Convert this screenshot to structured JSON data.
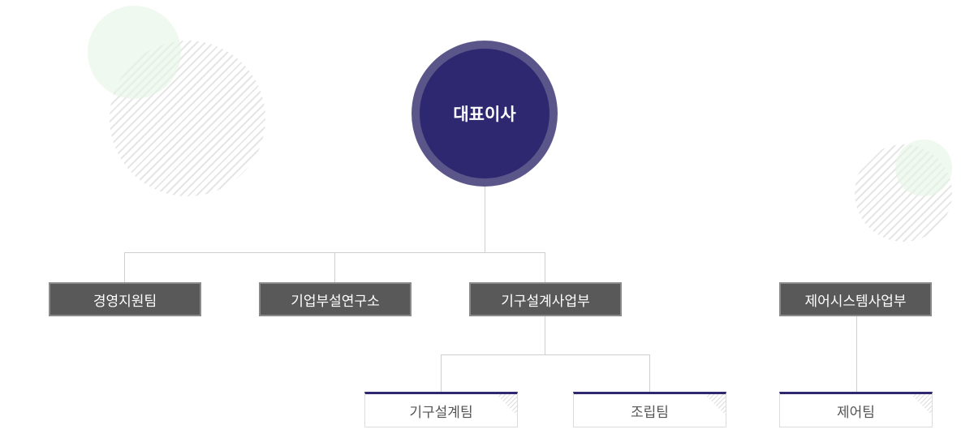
{
  "ceo": "대표이사",
  "departments": [
    "경영지원팀",
    "기업부설연구소",
    "기구설계사업부",
    "제어시스템사업부"
  ],
  "teams": [
    "기구설계팀",
    "조립팀",
    "제어팀"
  ],
  "colors": {
    "primary": "#2d2870",
    "ring": "#5b5689",
    "dept": "#595959"
  }
}
